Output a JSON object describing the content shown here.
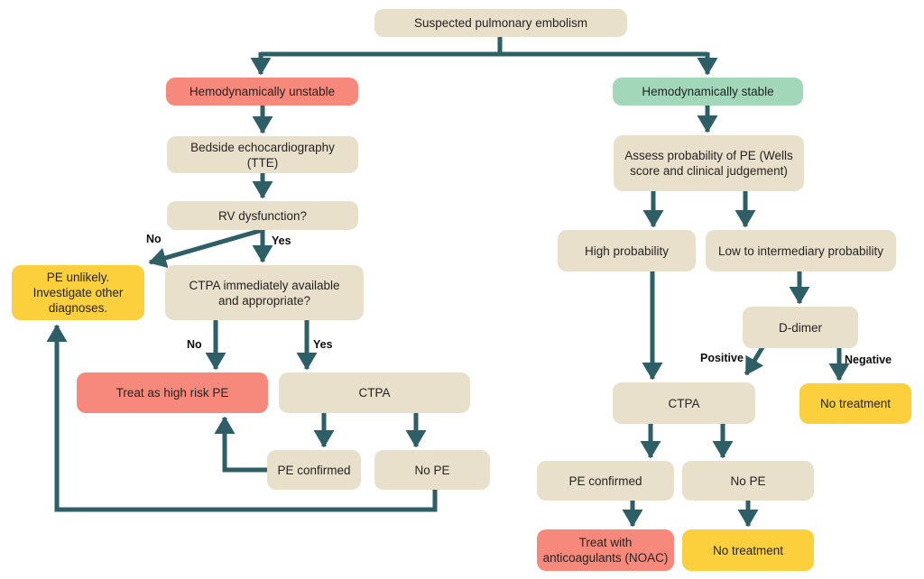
{
  "colors": {
    "node_default": "#e9e0cb",
    "node_danger": "#f6897b",
    "node_safe": "#a2d7ba",
    "node_warning": "#fccf3d",
    "connector": "#2e5f66",
    "text": "#242424",
    "background": "#ffffff"
  },
  "nodes": {
    "start": "Suspected pulmonary embolism",
    "unstable": "Hemodynamically unstable",
    "stable": "Hemodynamically stable",
    "echo": "Bedside echocardiography\n(TTE)",
    "rv": "RV dysfunction?",
    "pe_unlikely": "PE unlikely.\nInvestigate other\ndiagnoses.",
    "ctpa_avail": "CTPA immediately available\nand appropriate?",
    "treat_high_risk": "Treat as high risk PE",
    "ctpa_left": "CTPA",
    "pe_confirmed_left": "PE confirmed",
    "no_pe_left": "No PE",
    "assess": "Assess probability of PE (Wells\nscore and clinical judgement)",
    "high_prob": "High probability",
    "low_prob": "Low to intermediary probability",
    "d_dimer": "D-dimer",
    "ctpa_right": "CTPA",
    "no_treatment_right": "No treatment",
    "pe_confirmed_right": "PE confirmed",
    "no_pe_right": "No PE",
    "treat_noac": "Treat with\nanticoagulants (NOAC)",
    "no_treatment_bottom": "No treatment"
  },
  "edge_labels": {
    "rv_no": "No",
    "rv_yes": "Yes",
    "ctpa_no": "No",
    "ctpa_yes": "Yes",
    "ddimer_positive": "Positive",
    "ddimer_negative": "Negative"
  }
}
